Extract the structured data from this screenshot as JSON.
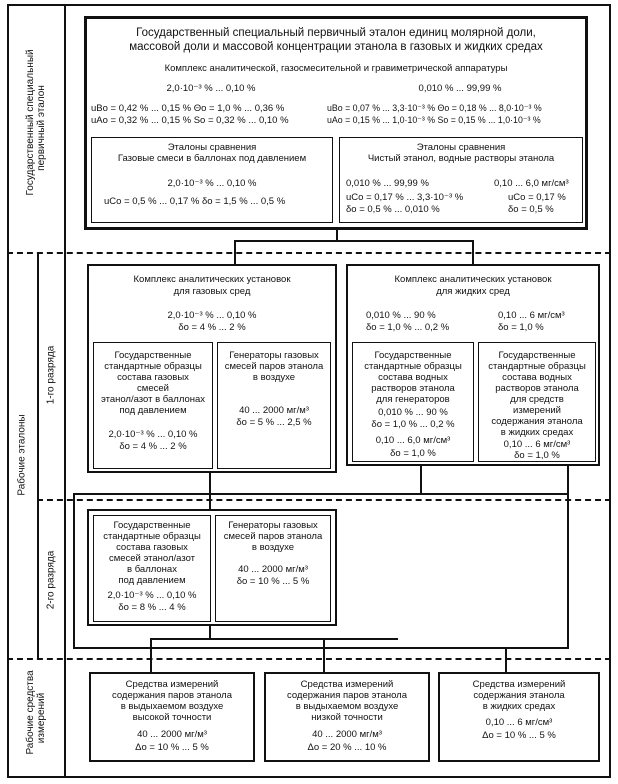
{
  "side": {
    "primary": "Государственный специальный\nпервичный эталон",
    "working": "Рабочие эталоны",
    "cat1": "1-го разряда",
    "cat2": "2-го разряда",
    "instruments": "Рабочие средства\nизмерений"
  },
  "primary": {
    "title1": "Государственный специальный первичный эталон единиц молярной доли,",
    "title2": "массовой доли и массовой концентрации этанола в газовых и жидких средах",
    "subtitle": "Комплекс аналитической, газосмесительной и гравиметрической аппаратуры",
    "range_gas": "2,0·10⁻³ % ... 0,10 %",
    "range_liq": "0,010 % ... 99,99 %",
    "g1": "uBo = 0,42 % ... 0,15 %   Θo = 1,0 % ... 0,36 %",
    "g2": "uAo = 0,32 % ... 0,15 %   So = 0,32 % ... 0,10 %",
    "l1": "uBo = 0,07 % ... 3,3·10⁻³ %   Θo = 0,18 % ... 8,0·10⁻³ %",
    "l2": "uAo = 0,15 % ... 1,0·10⁻³ %   So = 0,15 % ... 1,0·10⁻³ %"
  },
  "cmp_gas": {
    "title1": "Эталоны сравнения",
    "title2": "Газовые смеси в баллонах под давлением",
    "range": "2,0·10⁻³ % ... 0,10 %",
    "l1": "uCo = 0,5 % ... 0,17 %      δo = 1,5 % ... 0,5 %"
  },
  "cmp_liq": {
    "title1": "Эталоны сравнения",
    "title2": "Чистый этанол, водные растворы этанола",
    "range1": "0,010 % ... 99,99 %",
    "range2": "0,10 ... 6,0 мг/см³",
    "l1a": "uCo = 0,17 % ... 3,3·10⁻³ %",
    "l1b": "uCo = 0,17 %",
    "l2a": "δo = 0,5 % ... 0,010 %",
    "l2b": "δo = 0,5 %"
  },
  "r1_gas": {
    "title1": "Комплекс аналитических установок",
    "title2": "для газовых сред",
    "range": "2,0·10⁻³ % ... 0,10 %",
    "delta": "δo = 4 % ... 2 %"
  },
  "r1_liq": {
    "title1": "Комплекс аналитических установок",
    "title2": "для жидких сред",
    "r1": "0,010 % ... 90 %",
    "r2": "0,10 ... 6 мг/см³",
    "d1": "δo = 1,0 % ... 0,2 %",
    "d2": "δo = 1,0 %"
  },
  "gso1": {
    "lines": [
      "Государственные",
      "стандартные образцы",
      "состава газовых",
      "смесей",
      "этанол/азот в баллонах",
      "под давлением"
    ],
    "range": "2,0·10⁻³ % ... 0,10 %",
    "delta": "δo = 4 % ... 2 %"
  },
  "gen1": {
    "lines": [
      "Генераторы газовых",
      "смесей паров этанола",
      "в воздухе"
    ],
    "range": "40 ... 2000 мг/м³",
    "delta": "δo = 5 % ... 2,5 %"
  },
  "gsow1": {
    "lines": [
      "Государственные",
      "стандартные образцы",
      "состава водных",
      "растворов этанола",
      "для генераторов"
    ],
    "range": "0,010 % ... 90 %",
    "delta": "δo = 1,0 % ... 0,2 %",
    "range2": "0,10 ... 6,0 мг/см³",
    "delta2": "δo = 1,0 %"
  },
  "gsow2": {
    "lines": [
      "Государственные",
      "стандартные образцы",
      "состава водных",
      "растворов этанола",
      "для средств",
      "измерений",
      "содержания этанола",
      "в жидких средах"
    ],
    "range": "0,10 ... 6 мг/см³",
    "delta": "δo = 1,0 %"
  },
  "gso2": {
    "lines": [
      "Государственные",
      "стандартные образцы",
      "состава газовых",
      "смесей этанол/азот",
      "в баллонах",
      "под давлением"
    ],
    "range": "2,0·10⁻³ % ... 0,10 %",
    "delta": "δo = 8 % ... 4 %"
  },
  "gen2": {
    "lines": [
      "Генераторы газовых",
      "смесей паров этанола",
      "в воздухе"
    ],
    "range": "40 ... 2000 мг/м³",
    "delta": "δo = 10 % ... 5 %"
  },
  "si1": {
    "lines": [
      "Средства измерений",
      "содержания паров этанола",
      "в выдыхаемом воздухе",
      "высокой точности"
    ],
    "range": "40 ... 2000 мг/м³",
    "delta": "Δo = 10 % ... 5 %"
  },
  "si2": {
    "lines": [
      "Средства измерений",
      "содержания паров этанола",
      "в выдыхаемом воздухе",
      "низкой точности"
    ],
    "range": "40 ... 2000 мг/м³",
    "delta": "Δo = 20 % ... 10 %"
  },
  "si3": {
    "lines": [
      "Средства измерений",
      "содержания этанола",
      "в жидких средах"
    ],
    "range": "0,10 ... 6 мг/см³",
    "delta": "Δo = 10 % ... 5 %"
  }
}
